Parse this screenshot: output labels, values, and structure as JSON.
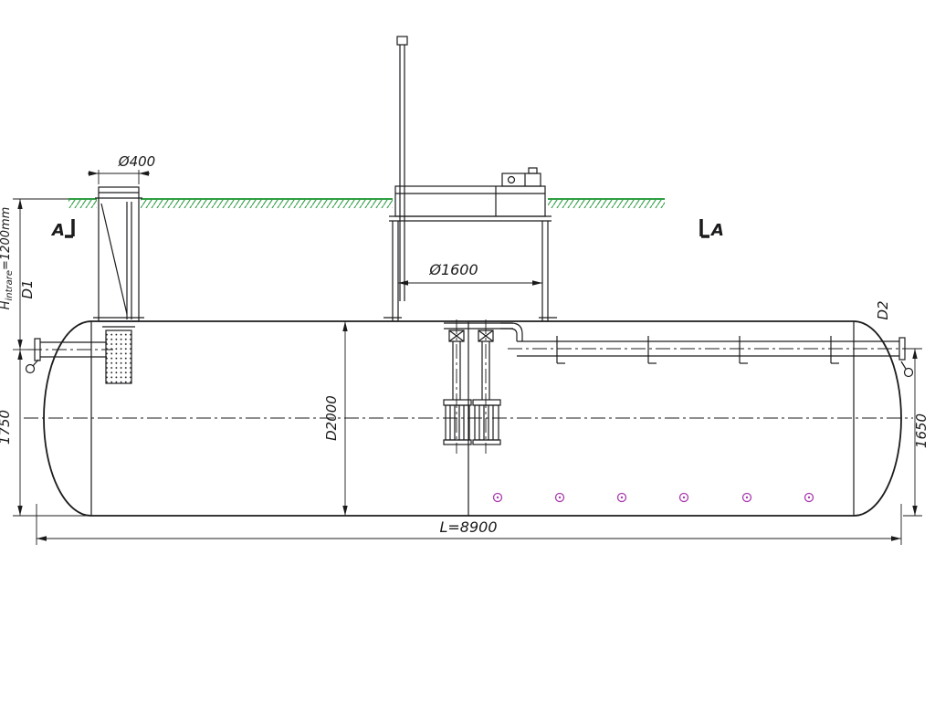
{
  "labels": {
    "shaft_diameter": "Ø400",
    "entry_height_prefix": "H",
    "entry_height_sub": "intrare",
    "entry_height_suffix": "=1200mm",
    "section_left": "A",
    "section_right": "A",
    "pipe_left": "D1",
    "pipe_right": "D2",
    "dome_diameter": "Ø1600",
    "tank_diameter": "D2000",
    "depth_left": "1750",
    "depth_right": "1650",
    "tank_length": "L=8900"
  },
  "colors": {
    "line": "#1c1c1e",
    "ground": "#2f9e44",
    "anchor": "#a93aae"
  }
}
